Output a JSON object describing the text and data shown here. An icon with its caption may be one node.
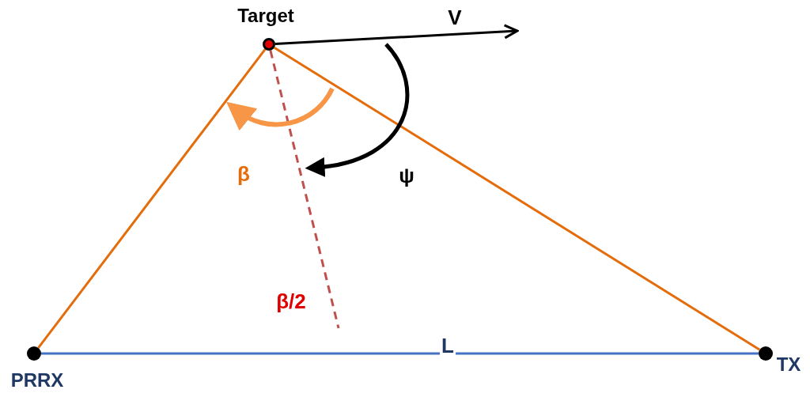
{
  "diagram": {
    "nodes": [
      {
        "text": [],
        "shape": "circle",
        "beside": [
          "Target"
        ]
      },
      {
        "text": [],
        "shape": "circle",
        "beside": [
          "PRRX"
        ]
      },
      {
        "text": [],
        "shape": "circle",
        "beside": [
          "TX"
        ]
      }
    ],
    "edges": [
      {
        "from": 0,
        "to": 1,
        "arrow": "none"
      },
      {
        "from": 0,
        "to": 2,
        "arrow": "none"
      },
      {
        "from": 1,
        "to": 2,
        "arrow": "none",
        "label": "L",
        "color": "#4472c4"
      },
      {
        "from": 0,
        "to": null,
        "arrow": "to",
        "label": "V",
        "color": "#000000"
      },
      {
        "from": 0,
        "to": null,
        "arrow": "none",
        "label": "β/2",
        "style": "dashed",
        "color": "#c0504d"
      }
    ],
    "labels": [
      "β",
      "ψ"
    ]
  }
}
